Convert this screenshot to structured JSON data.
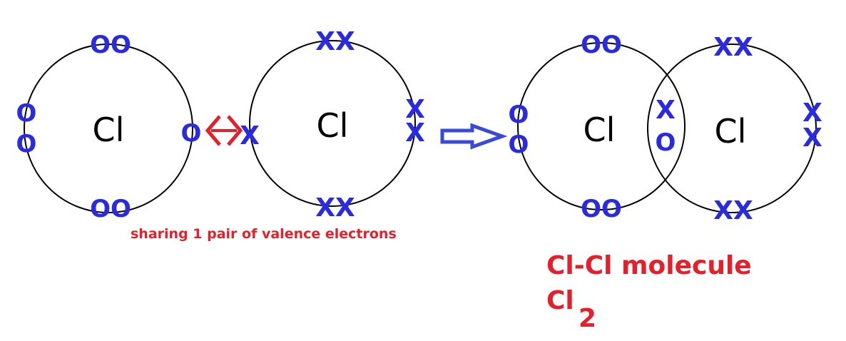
{
  "colors": {
    "circle": "#000000",
    "electron": "#2a2ae0",
    "arrow_red": "#e5202a",
    "arrow_blue": "#3a4ad8",
    "caption": "#e5202a"
  },
  "atoms": {
    "left_symbol": "Cl",
    "right_symbol": "Cl",
    "molecule_left_symbol": "Cl",
    "molecule_right_symbol": "Cl"
  },
  "electrons": {
    "o_pair": "OO",
    "x_pair": "XX",
    "o_single": "O",
    "x_single": "X"
  },
  "captions": {
    "sharing": "sharing 1 pair of valence electrons",
    "molecule_line": "Cl-Cl molecule",
    "formula_symbol": "Cl",
    "formula_subscript": "2"
  },
  "icons": {
    "sharing_arrow": "double-headed-arrow-icon",
    "reaction_arrow": "hollow-right-arrow-icon"
  }
}
